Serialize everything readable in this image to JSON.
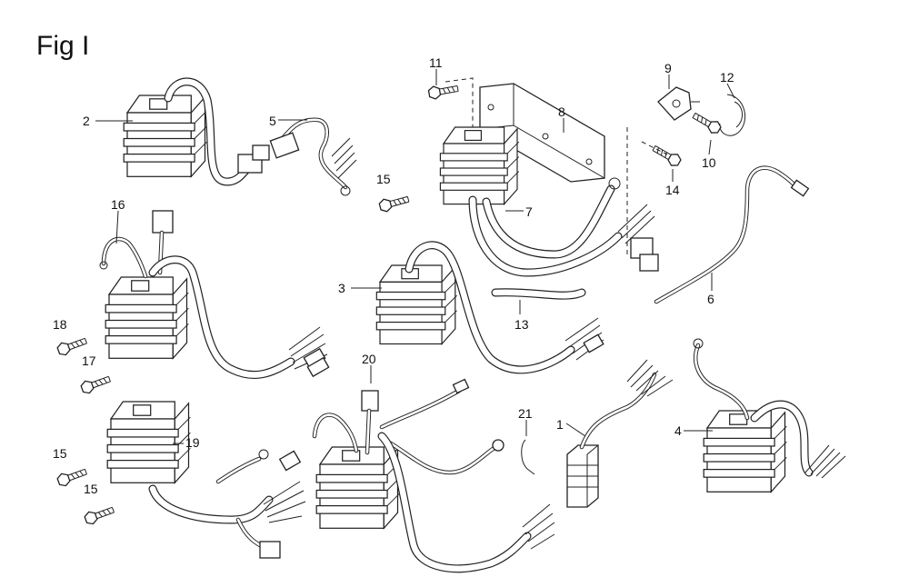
{
  "figure": {
    "title": "Fig I"
  },
  "callouts": [
    "1",
    "2",
    "3",
    "4",
    "5",
    "6",
    "7",
    "8",
    "9",
    "10",
    "11",
    "12",
    "13",
    "14",
    "15",
    "16",
    "17",
    "18",
    "19",
    "20",
    "21"
  ]
}
